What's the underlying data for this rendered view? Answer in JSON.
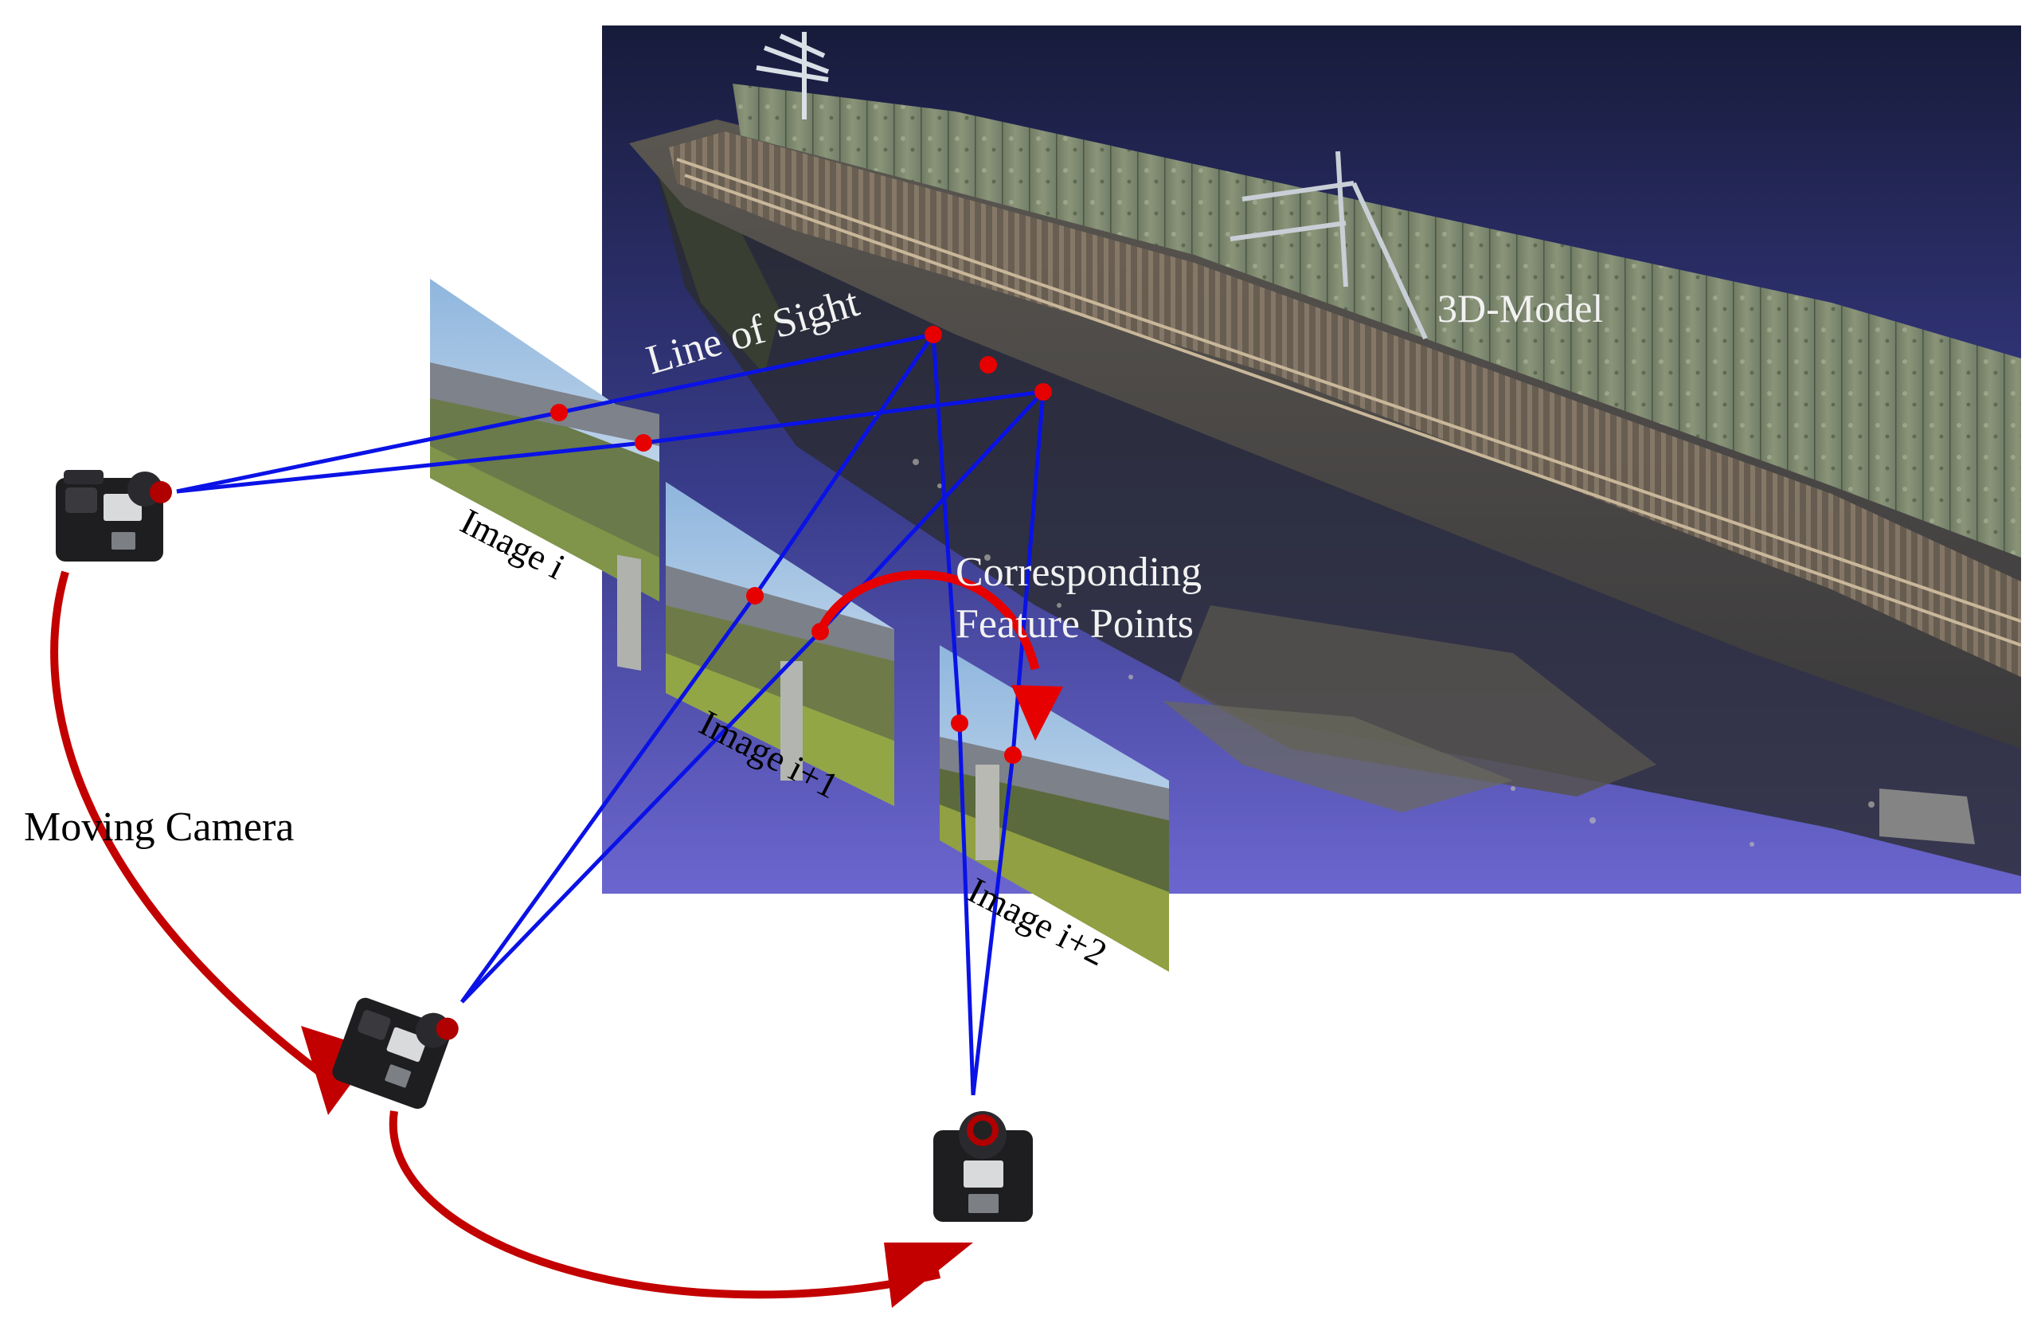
{
  "labels": {
    "model": "3D-Model",
    "line_of_sight": "Line of Sight",
    "corresponding_line1": "Corresponding",
    "corresponding_line2": "Feature Points",
    "moving_camera": "Moving Camera",
    "image_i": "Image i",
    "image_i1": "Image i+1",
    "image_i2": "Image i+2"
  },
  "colors": {
    "sight_line": "#0a12e6",
    "feature_point": "#e60000",
    "camera_path": "#c30000",
    "label_light": "#f2f2f2",
    "label_dark": "#000000",
    "model_bg_top": "#171b3a",
    "model_bg_bottom": "#6b66cf"
  },
  "icons": {
    "camera": "camera-icon",
    "path_arrow": "curved-arrow-icon"
  }
}
